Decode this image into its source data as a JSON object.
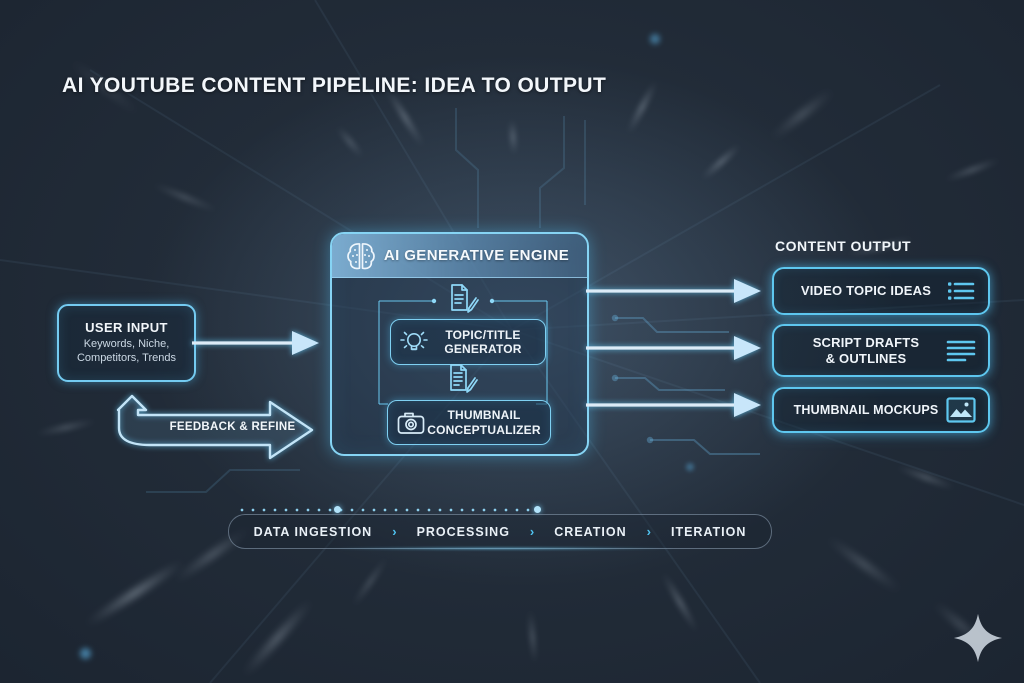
{
  "title": "AI YOUTUBE CONTENT PIPELINE: IDEA TO OUTPUT",
  "colors": {
    "accent_cyan": "#5ec7ef",
    "border_glow": "#86d4f4",
    "arrow_fill": "#c8e6fa",
    "background": "#1c2531",
    "header_fill": "#80b2d6",
    "text_primary": "#f2f6fa",
    "text_secondary": "#ccd9e5"
  },
  "nodes": {
    "user_input": {
      "title": "USER INPUT",
      "lines": [
        "Keywords, Niche,",
        "Competitors, Trends"
      ]
    },
    "engine": {
      "title": "AI GENERATIVE ENGINE",
      "icon": "brain-icon",
      "modules": [
        {
          "lines": [
            "TOPIC/TITLE",
            "GENERATOR"
          ],
          "icon": "lightbulb-icon"
        },
        {
          "lines": [
            "THUMBNAIL",
            "CONCEPTUALIZER"
          ],
          "icon": "camera-icon"
        }
      ]
    },
    "output": {
      "header": "CONTENT OUTPUT",
      "items": [
        {
          "lines": [
            "VIDEO TOPIC IDEAS"
          ],
          "icon": "bullet-list-icon"
        },
        {
          "lines": [
            "SCRIPT DRAFTS",
            "& OUTLINES"
          ],
          "icon": "text-lines-icon"
        },
        {
          "lines": [
            "THUMBNAIL MOCKUPS"
          ],
          "icon": "image-icon"
        }
      ]
    }
  },
  "edges": {
    "feedback_label": "FEEDBACK & REFINE"
  },
  "pipeline": {
    "stages": [
      "DATA INGESTION",
      "PROCESSING",
      "CREATION",
      "ITERATION"
    ],
    "separator": "›"
  }
}
